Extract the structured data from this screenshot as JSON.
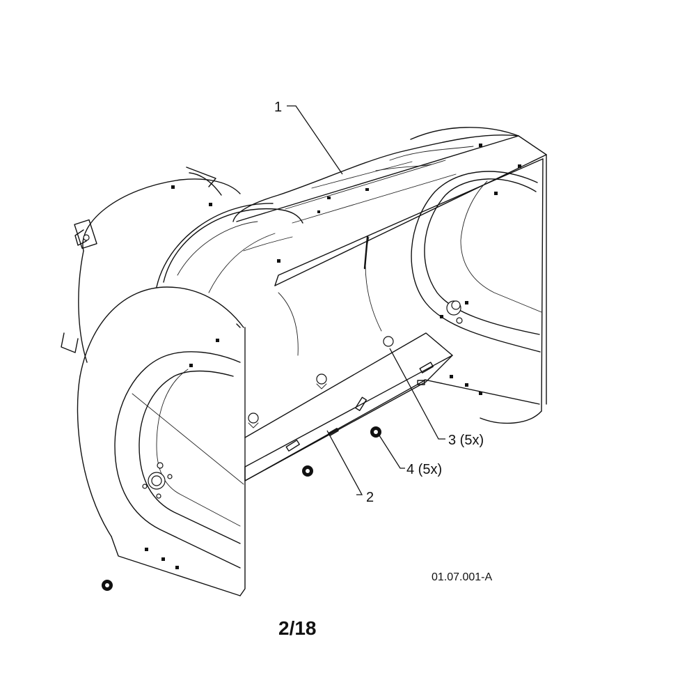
{
  "callouts": {
    "c1": "1",
    "c2": "2",
    "c3": "3 (5x)",
    "c4": "4 (5x)"
  },
  "drawing_code": "01.07.001-A",
  "page_number": "2/18"
}
